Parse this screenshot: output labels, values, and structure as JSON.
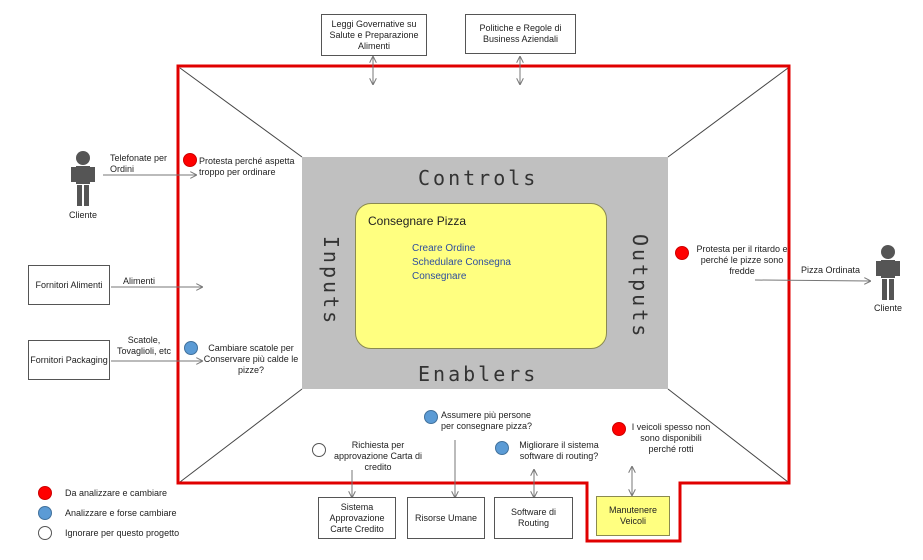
{
  "top_boxes": [
    {
      "label": "Leggi Governative su Salute e Preparazione Alimenti"
    },
    {
      "label": "Politiche e Regole di Business Aziendali"
    }
  ],
  "left_boxes": [
    {
      "label": "Fornitori Alimenti"
    },
    {
      "label": "Fornitori Packaging"
    }
  ],
  "bottom_boxes": [
    {
      "label": "Sistema Approvazione Carte Credito"
    },
    {
      "label": "Risorse Umane"
    },
    {
      "label": "Software di Routing"
    },
    {
      "label": "Manutenere Veicoli"
    }
  ],
  "sections": {
    "controls": "Controls",
    "inputs": "Inputs",
    "outputs": "Outputs",
    "enablers": "Enablers"
  },
  "process": {
    "title": "Consegnare Pizza",
    "steps": [
      "Creare Ordine",
      "Schedulare Consegna",
      "Consegnare"
    ]
  },
  "actors": {
    "left": "Cliente",
    "right": "Cliente"
  },
  "flows": {
    "phone_orders": "Telefonate per Ordini",
    "food": "Alimenti",
    "packaging": "Scatole, Tovaglioli, etc",
    "pizza_ordered": "Pizza Ordinata"
  },
  "issues": [
    {
      "status": "red",
      "text": "Protesta perché aspetta troppo per ordinare"
    },
    {
      "status": "blue",
      "text": "Cambiare scatole per Conservare più calde le pizze?"
    },
    {
      "status": "red",
      "text": "Protesta per il ritardo e perché le pizze sono fredde"
    },
    {
      "status": "blue",
      "text": "Assumere più persone per consegnare pizza?"
    },
    {
      "status": "white",
      "text": "Richiesta per approvazione Carta di credito"
    },
    {
      "status": "blue",
      "text": "Migliorare il sistema software di routing?"
    },
    {
      "status": "red",
      "text": "I veicoli spesso non sono disponibili perché rotti"
    }
  ],
  "legend": [
    {
      "status": "red",
      "text": "Da analizzare e cambiare"
    },
    {
      "status": "blue",
      "text": "Analizzare e forse cambiare"
    },
    {
      "status": "white",
      "text": "Ignorare per questo progetto"
    }
  ],
  "colors": {
    "boundary": "#e00000",
    "process_fill": "#ffff80",
    "frame_fill": "#c0c0c0",
    "red": "#ff0000",
    "blue": "#5b9bd5",
    "white": "#ffffff"
  }
}
